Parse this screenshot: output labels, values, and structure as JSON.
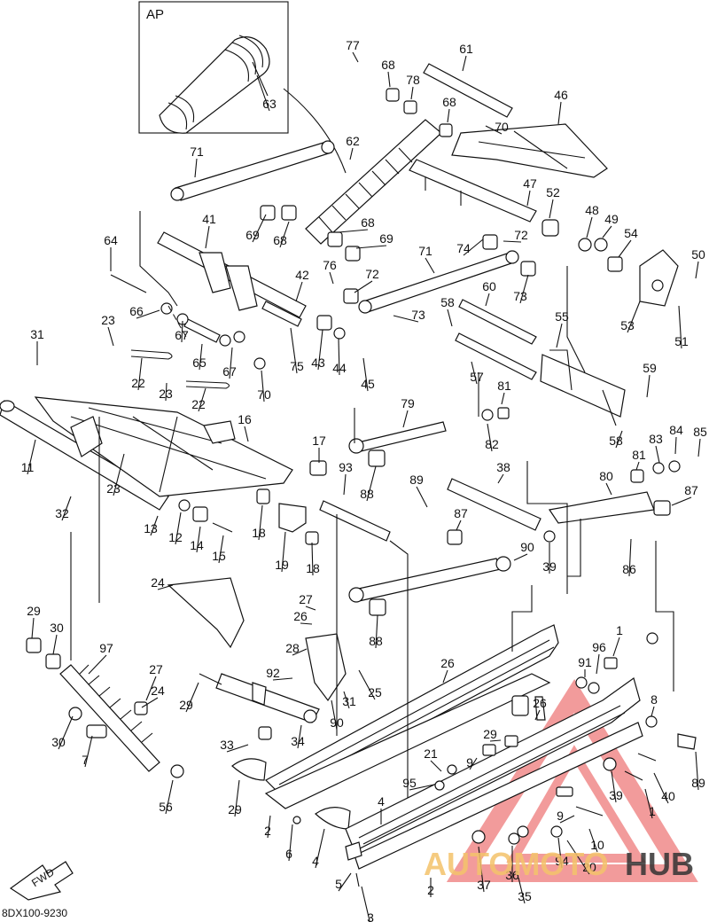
{
  "inset_label": "AP",
  "diagram_code": "8DX100-9230",
  "fwd_label": "FWD",
  "watermark": {
    "part1": "AUTOMOTO",
    "part2": "HUB",
    "color1": "#f4c36b",
    "color2": "#333333",
    "logo_color": "#e84a4a"
  },
  "callouts": [
    {
      "n": "77"
    },
    {
      "n": "68"
    },
    {
      "n": "78"
    },
    {
      "n": "61"
    },
    {
      "n": "46"
    },
    {
      "n": "68"
    },
    {
      "n": "70"
    },
    {
      "n": "63"
    },
    {
      "n": "71"
    },
    {
      "n": "62"
    },
    {
      "n": "47"
    },
    {
      "n": "52"
    },
    {
      "n": "48"
    },
    {
      "n": "49"
    },
    {
      "n": "54"
    },
    {
      "n": "50"
    },
    {
      "n": "41"
    },
    {
      "n": "69"
    },
    {
      "n": "68"
    },
    {
      "n": "68"
    },
    {
      "n": "69"
    },
    {
      "n": "74"
    },
    {
      "n": "72"
    },
    {
      "n": "64"
    },
    {
      "n": "71"
    },
    {
      "n": "76"
    },
    {
      "n": "72"
    },
    {
      "n": "73"
    },
    {
      "n": "53"
    },
    {
      "n": "51"
    },
    {
      "n": "42"
    },
    {
      "n": "66"
    },
    {
      "n": "60"
    },
    {
      "n": "58"
    },
    {
      "n": "73"
    },
    {
      "n": "55"
    },
    {
      "n": "23"
    },
    {
      "n": "67"
    },
    {
      "n": "75"
    },
    {
      "n": "43"
    },
    {
      "n": "44"
    },
    {
      "n": "45"
    },
    {
      "n": "31"
    },
    {
      "n": "22"
    },
    {
      "n": "65"
    },
    {
      "n": "67"
    },
    {
      "n": "57"
    },
    {
      "n": "59"
    },
    {
      "n": "70"
    },
    {
      "n": "81"
    },
    {
      "n": "23"
    },
    {
      "n": "22"
    },
    {
      "n": "79"
    },
    {
      "n": "16"
    },
    {
      "n": "82"
    },
    {
      "n": "58"
    },
    {
      "n": "83"
    },
    {
      "n": "84"
    },
    {
      "n": "85"
    },
    {
      "n": "11"
    },
    {
      "n": "17"
    },
    {
      "n": "81"
    },
    {
      "n": "23"
    },
    {
      "n": "93"
    },
    {
      "n": "88"
    },
    {
      "n": "38"
    },
    {
      "n": "80"
    },
    {
      "n": "32"
    },
    {
      "n": "89"
    },
    {
      "n": "87"
    },
    {
      "n": "87"
    },
    {
      "n": "13"
    },
    {
      "n": "12"
    },
    {
      "n": "14"
    },
    {
      "n": "15"
    },
    {
      "n": "18"
    },
    {
      "n": "19"
    },
    {
      "n": "18"
    },
    {
      "n": "90"
    },
    {
      "n": "39"
    },
    {
      "n": "86"
    },
    {
      "n": "24"
    },
    {
      "n": "27"
    },
    {
      "n": "26"
    },
    {
      "n": "88"
    },
    {
      "n": "29"
    },
    {
      "n": "30"
    },
    {
      "n": "97"
    },
    {
      "n": "28"
    },
    {
      "n": "26"
    },
    {
      "n": "1"
    },
    {
      "n": "96"
    },
    {
      "n": "91"
    },
    {
      "n": "92"
    },
    {
      "n": "25"
    },
    {
      "n": "27"
    },
    {
      "n": "29"
    },
    {
      "n": "31"
    },
    {
      "n": "26"
    },
    {
      "n": "8"
    },
    {
      "n": "90"
    },
    {
      "n": "24"
    },
    {
      "n": "29"
    },
    {
      "n": "7"
    },
    {
      "n": "30"
    },
    {
      "n": "33"
    },
    {
      "n": "34"
    },
    {
      "n": "21"
    },
    {
      "n": "9"
    },
    {
      "n": "89"
    },
    {
      "n": "95"
    },
    {
      "n": "39"
    },
    {
      "n": "56"
    },
    {
      "n": "29"
    },
    {
      "n": "4"
    },
    {
      "n": "1"
    },
    {
      "n": "40"
    },
    {
      "n": "2"
    },
    {
      "n": "9"
    },
    {
      "n": "6"
    },
    {
      "n": "4"
    },
    {
      "n": "10"
    },
    {
      "n": "36"
    },
    {
      "n": "20"
    },
    {
      "n": "94"
    },
    {
      "n": "5"
    },
    {
      "n": "37"
    },
    {
      "n": "2"
    },
    {
      "n": "35"
    },
    {
      "n": "3"
    }
  ]
}
